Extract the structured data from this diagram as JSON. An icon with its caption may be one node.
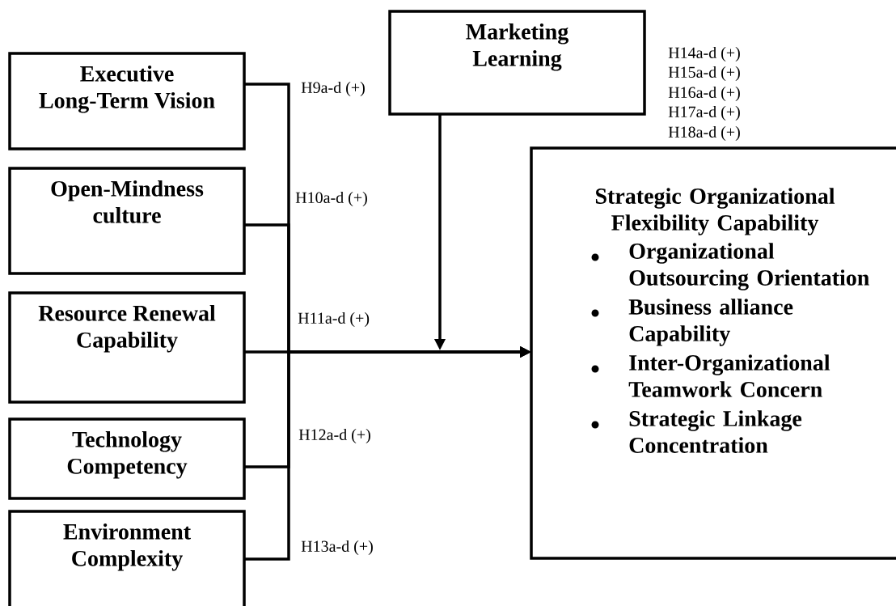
{
  "diagram": {
    "nodes": [
      {
        "text": [
          "Executive Long-Term Vision"
        ]
      },
      {
        "text": [
          "Open-Mindness culture"
        ]
      },
      {
        "text": [
          "Resource Renewal Capability"
        ]
      },
      {
        "text": [
          "Technology Competency"
        ]
      },
      {
        "text": [
          "Environment Complexity"
        ]
      },
      {
        "text": [
          "Marketing Learning"
        ]
      },
      {
        "text": [
          "Strategic Organizational Flexibility Capability",
          "Organizational Outsourcing Orientation",
          "Business alliance Capability",
          "Inter-Organizational Teamwork Concern",
          "Strategic Linkage Concentration"
        ]
      }
    ],
    "edges": [
      {
        "from": 0,
        "to": 6,
        "arrow": "to",
        "label": "H9a-d (+)"
      },
      {
        "from": 1,
        "to": 6,
        "arrow": "to",
        "label": "H10a-d (+)"
      },
      {
        "from": 2,
        "to": 6,
        "arrow": "to",
        "label": "H11a-d (+)"
      },
      {
        "from": 3,
        "to": 6,
        "arrow": "to",
        "label": "H12a-d (+)"
      },
      {
        "from": 4,
        "to": 6,
        "arrow": "to",
        "label": "H13a-d (+)"
      },
      {
        "from": 5,
        "to": null,
        "arrow": "to"
      }
    ],
    "labels": [
      "H14a-d (+)",
      "H15a-d (+)",
      "H16a-d (+)",
      "H17a-d (+)",
      "H18a-d (+)"
    ]
  }
}
